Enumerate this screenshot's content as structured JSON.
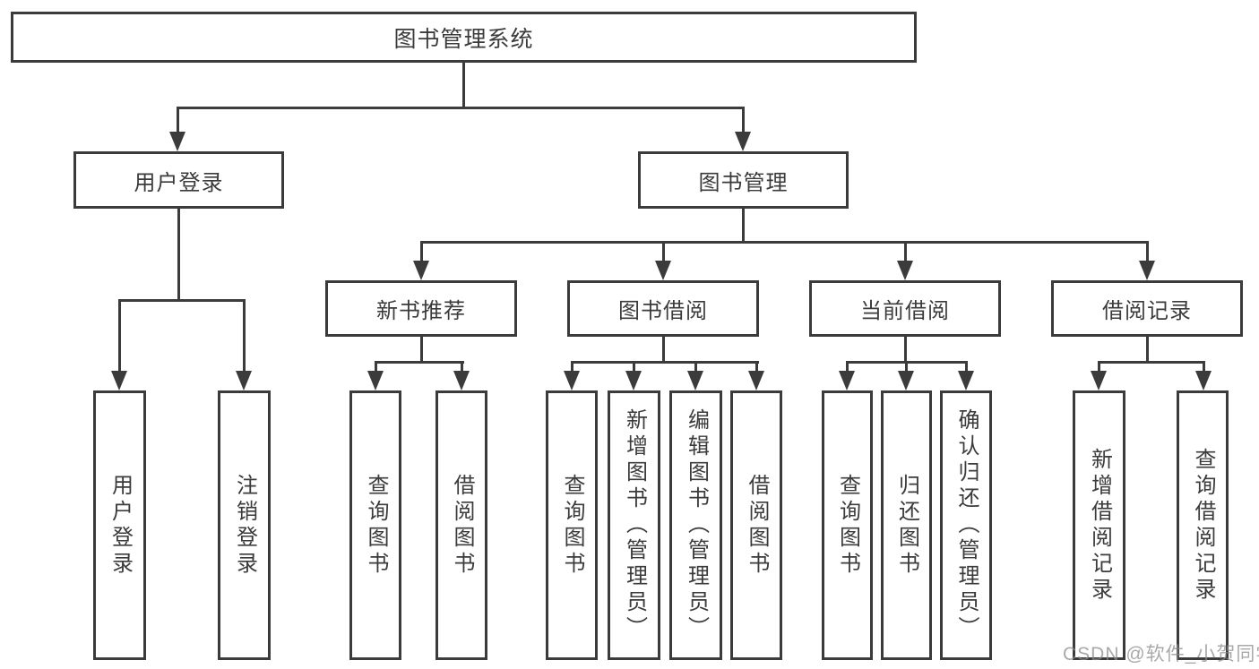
{
  "diagram": {
    "root": {
      "label": "图书管理系统"
    },
    "level2": [
      {
        "label": "用户登录",
        "children": [
          {
            "label": "用户登录"
          },
          {
            "label": "注销登录"
          }
        ]
      },
      {
        "label": "图书管理",
        "sections": [
          {
            "label": "新书推荐",
            "children": [
              {
                "label": "查询图书"
              },
              {
                "label": "借阅图书"
              }
            ]
          },
          {
            "label": "图书借阅",
            "children": [
              {
                "label": "查询图书"
              },
              {
                "label": "新增图书（管理员）"
              },
              {
                "label": "编辑图书（管理员）"
              },
              {
                "label": "借阅图书"
              }
            ]
          },
          {
            "label": "当前借阅",
            "children": [
              {
                "label": "查询图书"
              },
              {
                "label": "归还图书"
              },
              {
                "label": "确认归还（管理员）"
              }
            ]
          },
          {
            "label": "借阅记录",
            "children": [
              {
                "label": "新增借阅记录"
              },
              {
                "label": "查询借阅记录"
              }
            ]
          }
        ]
      }
    ]
  },
  "colors": {
    "line": "#3b3b3b",
    "text": "#3b3b3b",
    "watermark": "#8c8c8c"
  },
  "watermark": {
    "text": "CSDN @软件_小贺同学"
  }
}
